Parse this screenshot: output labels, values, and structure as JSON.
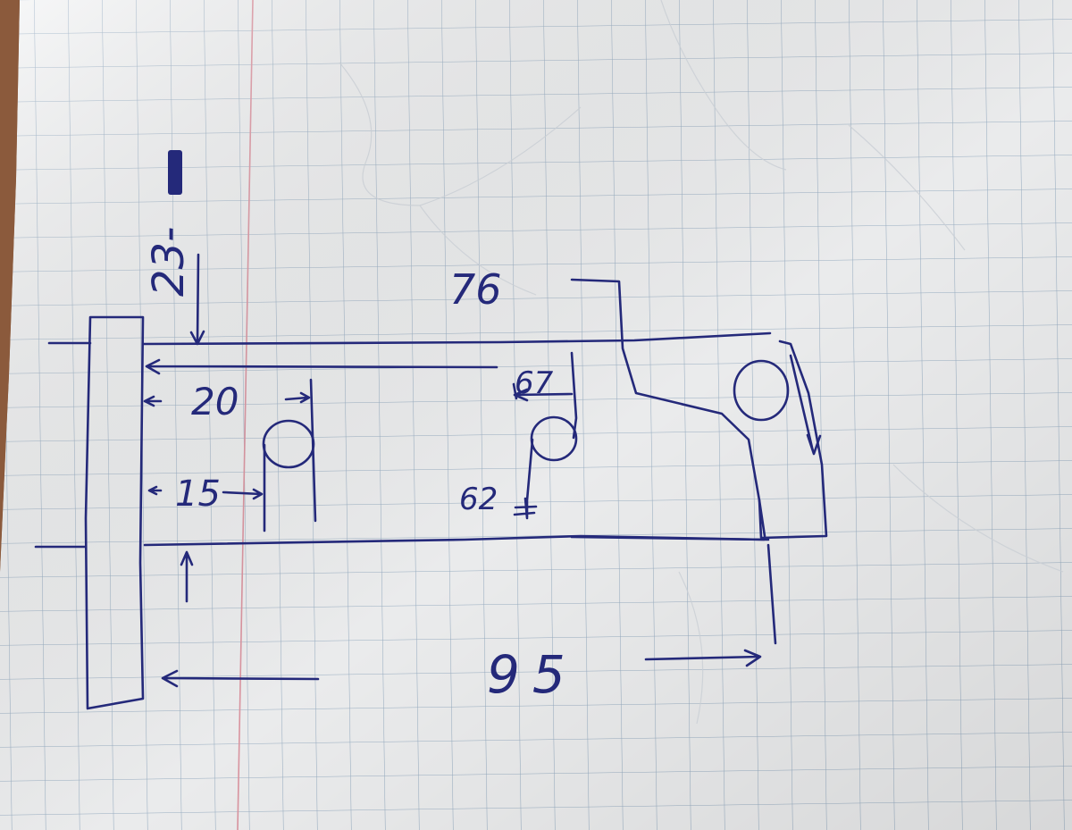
{
  "sheet": {
    "paper_color": "#f4f5f6",
    "grid_color": "#9db3c8",
    "margin_color": "#e29aa6",
    "ink_color": "#24297a"
  },
  "dimensions": {
    "d23": "23-",
    "d76": "76",
    "d67": "67",
    "d20": "20",
    "d15": "15",
    "d62": "62",
    "d95": "95"
  }
}
